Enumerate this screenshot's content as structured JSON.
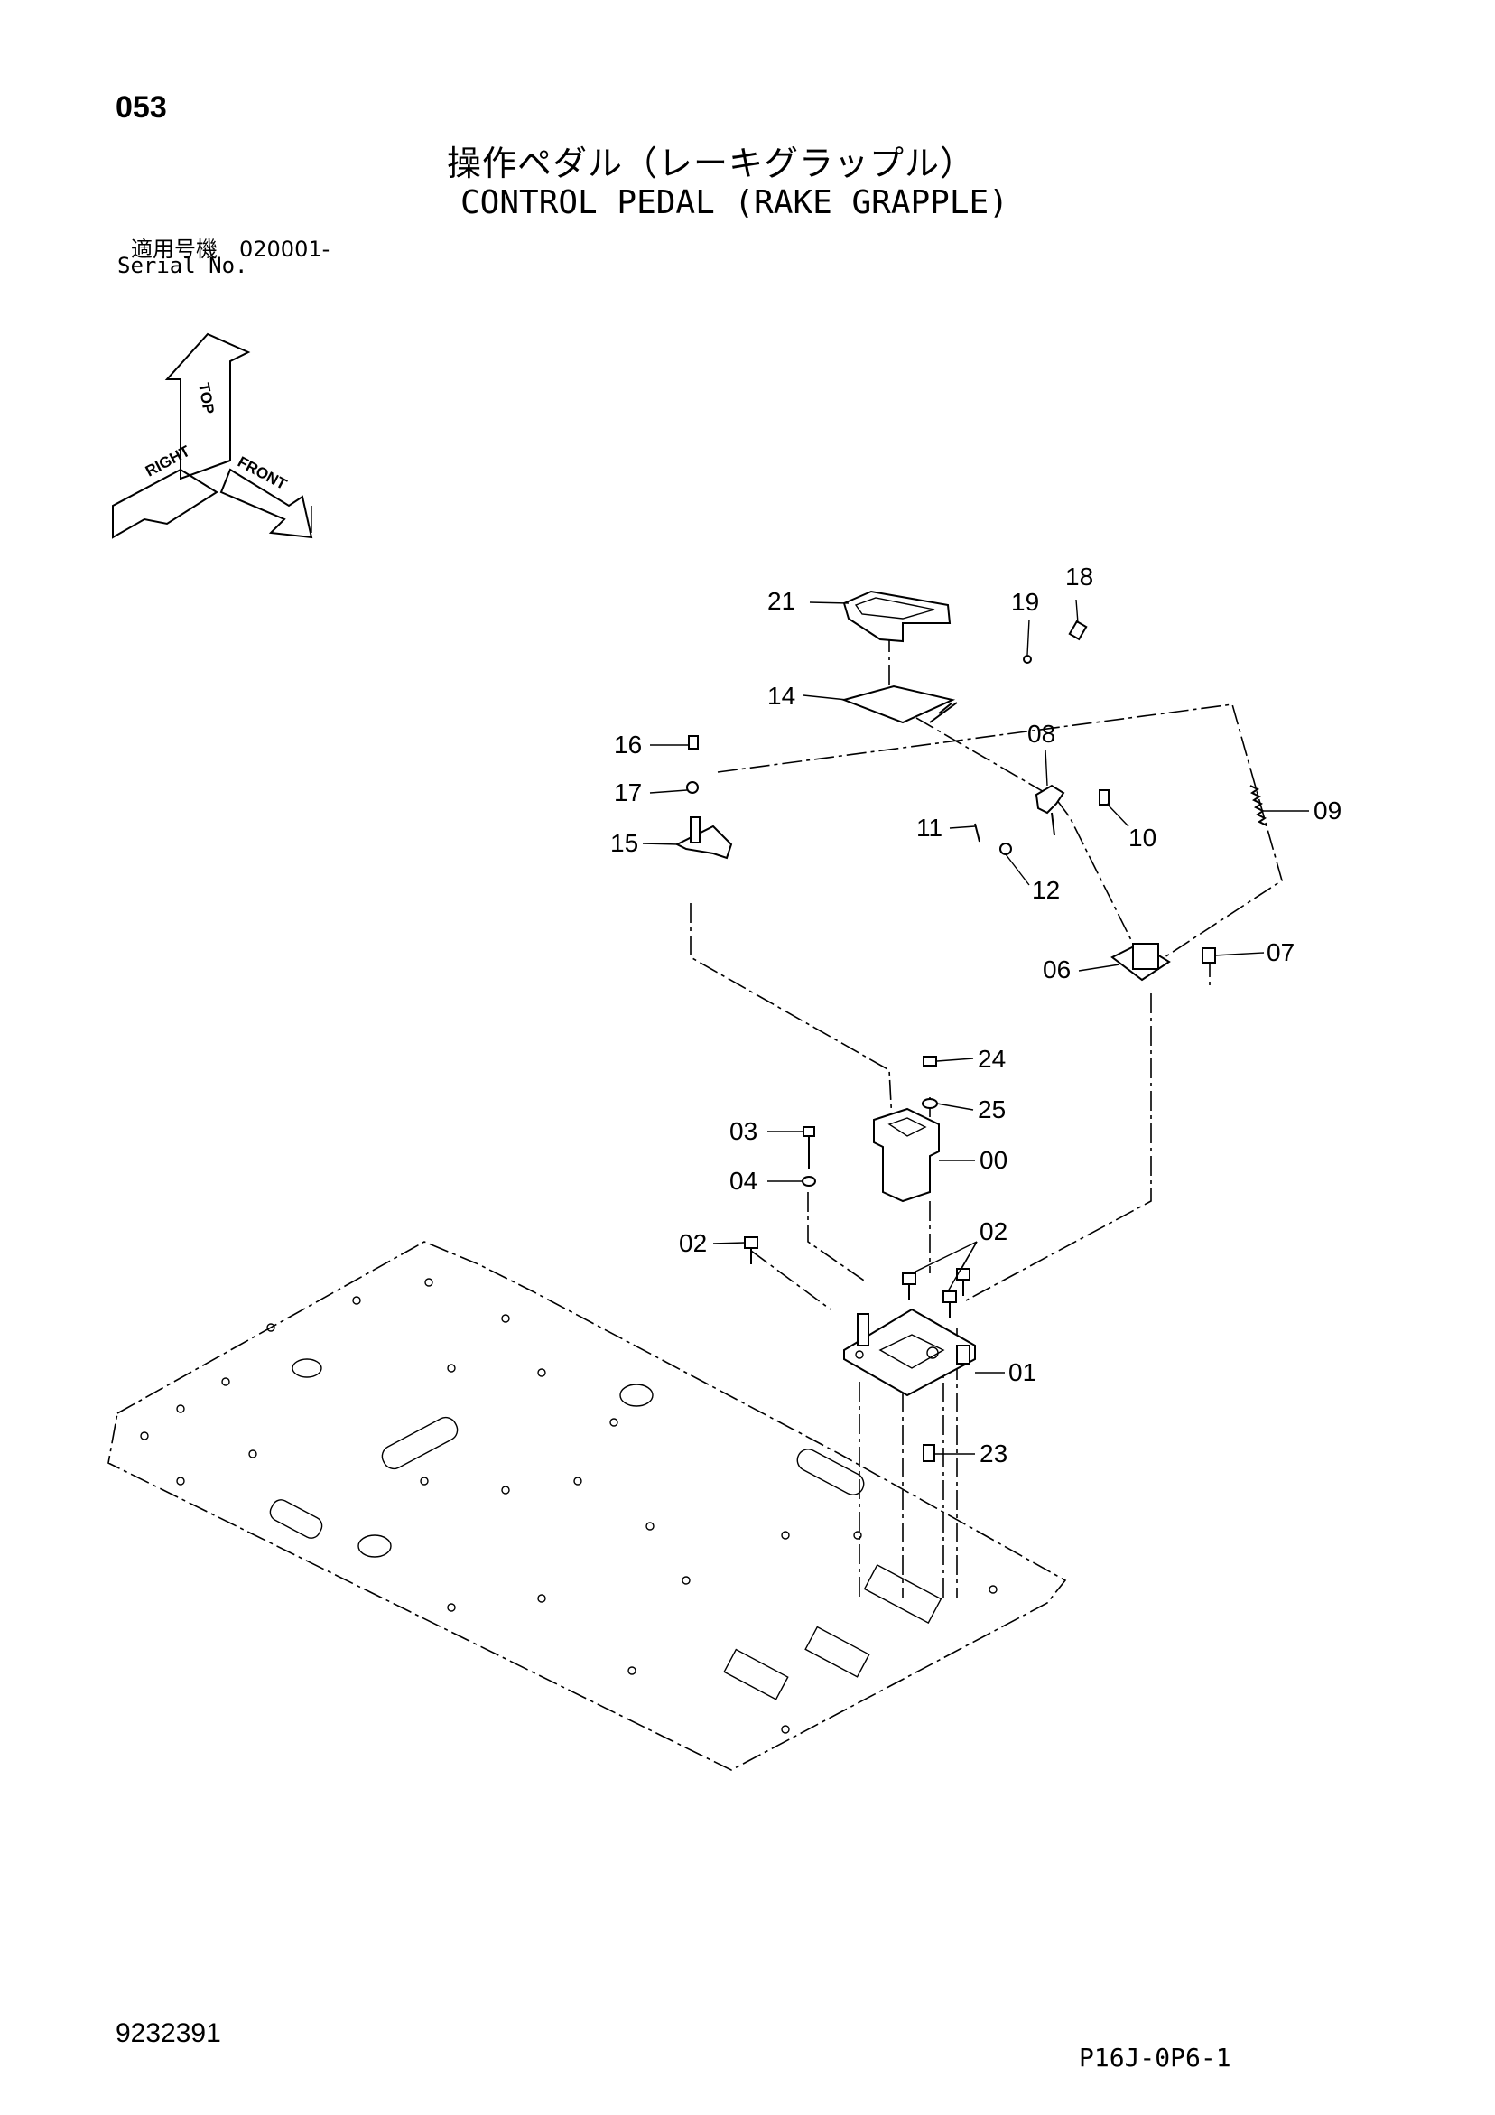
{
  "header": {
    "page_number": "053",
    "title_jp": "操作ペダル（レーキグラップル）",
    "title_en": "CONTROL PEDAL (RAKE GRAPPLE)",
    "serial_label_jp": "適用号機　020001-",
    "serial_label_en": "Serial No."
  },
  "orientation": {
    "top": "TOP",
    "right": "RIGHT",
    "front": "FRONT"
  },
  "callouts": [
    "21",
    "18",
    "19",
    "14",
    "16",
    "08",
    "17",
    "11",
    "10",
    "09",
    "15",
    "12",
    "06",
    "07",
    "24",
    "25",
    "03",
    "00",
    "04",
    "02",
    "02",
    "01",
    "23"
  ],
  "footer": {
    "document_number": "9232391",
    "page_code": "P16J-0P6-1"
  }
}
